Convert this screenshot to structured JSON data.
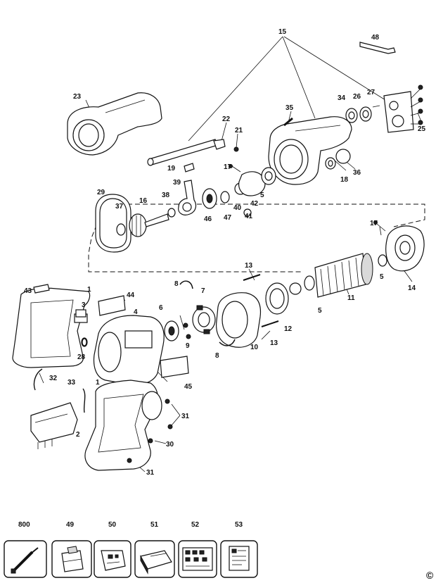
{
  "labels": {
    "l15": "15",
    "l48": "48",
    "l23": "23",
    "l34": "34",
    "l26": "26",
    "l27": "27",
    "l35": "35",
    "l25": "25",
    "l22": "22",
    "l21": "21",
    "l36": "36",
    "l18": "18",
    "l17a": "17",
    "l19": "19",
    "l39": "39",
    "l29": "29",
    "l38": "38",
    "l16": "16",
    "l37": "37",
    "l46": "46",
    "l47": "47",
    "l40": "40",
    "l41": "41",
    "l42": "42",
    "l5a": "5",
    "l17b": "17",
    "l13a": "13",
    "l5b": "5",
    "l14": "14",
    "l43": "43",
    "l1a": "1",
    "l44": "44",
    "l8a": "8",
    "l7": "7",
    "l11": "11",
    "l3": "3",
    "l4": "4",
    "l6": "6",
    "l9": "9",
    "l12": "12",
    "l5c": "5",
    "l13b": "13",
    "l10": "10",
    "l28": "28",
    "l8b": "8",
    "l32": "32",
    "l45": "45",
    "l33": "33",
    "l1b": "1",
    "l31a": "31",
    "l2": "2",
    "l30": "30",
    "l31b": "31"
  },
  "accessories": [
    {
      "number": "800",
      "icon": "hose-icon"
    },
    {
      "number": "49",
      "icon": "battery-icon"
    },
    {
      "number": "50",
      "icon": "label-plate-icon"
    },
    {
      "number": "51",
      "icon": "charger-icon"
    },
    {
      "number": "52",
      "icon": "warning-label-icon"
    },
    {
      "number": "53",
      "icon": "info-label-icon"
    }
  ],
  "copyright": "©"
}
